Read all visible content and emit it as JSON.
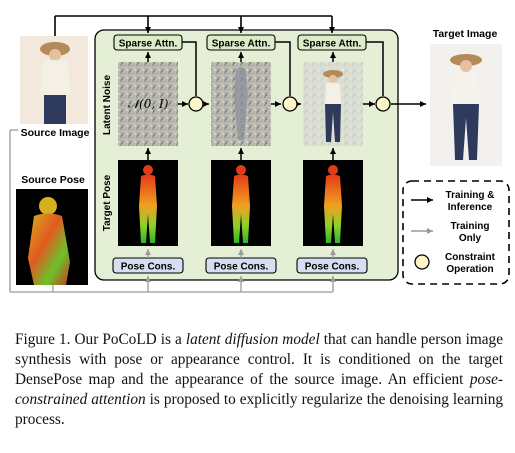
{
  "figure": {
    "source_image_label": "Source Image",
    "source_pose_label": "Source Pose",
    "target_image_label": "Target Image",
    "latent_noise_label": "Latent Noise",
    "target_pose_label": "Target Pose",
    "noise_formula": "𝒩(0, I)",
    "sparse_attn_labels": [
      "Sparse Attn.",
      "Sparse Attn.",
      "Sparse Attn."
    ],
    "pose_cons_labels": [
      "Pose Cons.",
      "Pose Cons.",
      "Pose Cons."
    ],
    "legend": {
      "training_inference": [
        "Training &",
        "Inference"
      ],
      "training_only": [
        "Training",
        "Only"
      ],
      "constraint_operation": [
        "Constraint",
        "Operation"
      ]
    },
    "colors": {
      "panel_bg": "#e4efd6",
      "box_green": "#dcecc9",
      "box_blue": "#d5dff0",
      "constraint_fill": "#fdf6c8",
      "gray_arrow": "#9a9a9a"
    }
  },
  "caption": {
    "label": "Figure 1.",
    "t1": " Our PoCoLD is a ",
    "e1": "latent diffusion model",
    "t2": " that can handle person image synthesis with pose or appearance control. It is conditioned on the target DensePose map and the appearance of the source image. An efficient ",
    "e2": "pose-constrained attention",
    "t3": " is proposed to explicitly regularize the denoising learning process."
  }
}
